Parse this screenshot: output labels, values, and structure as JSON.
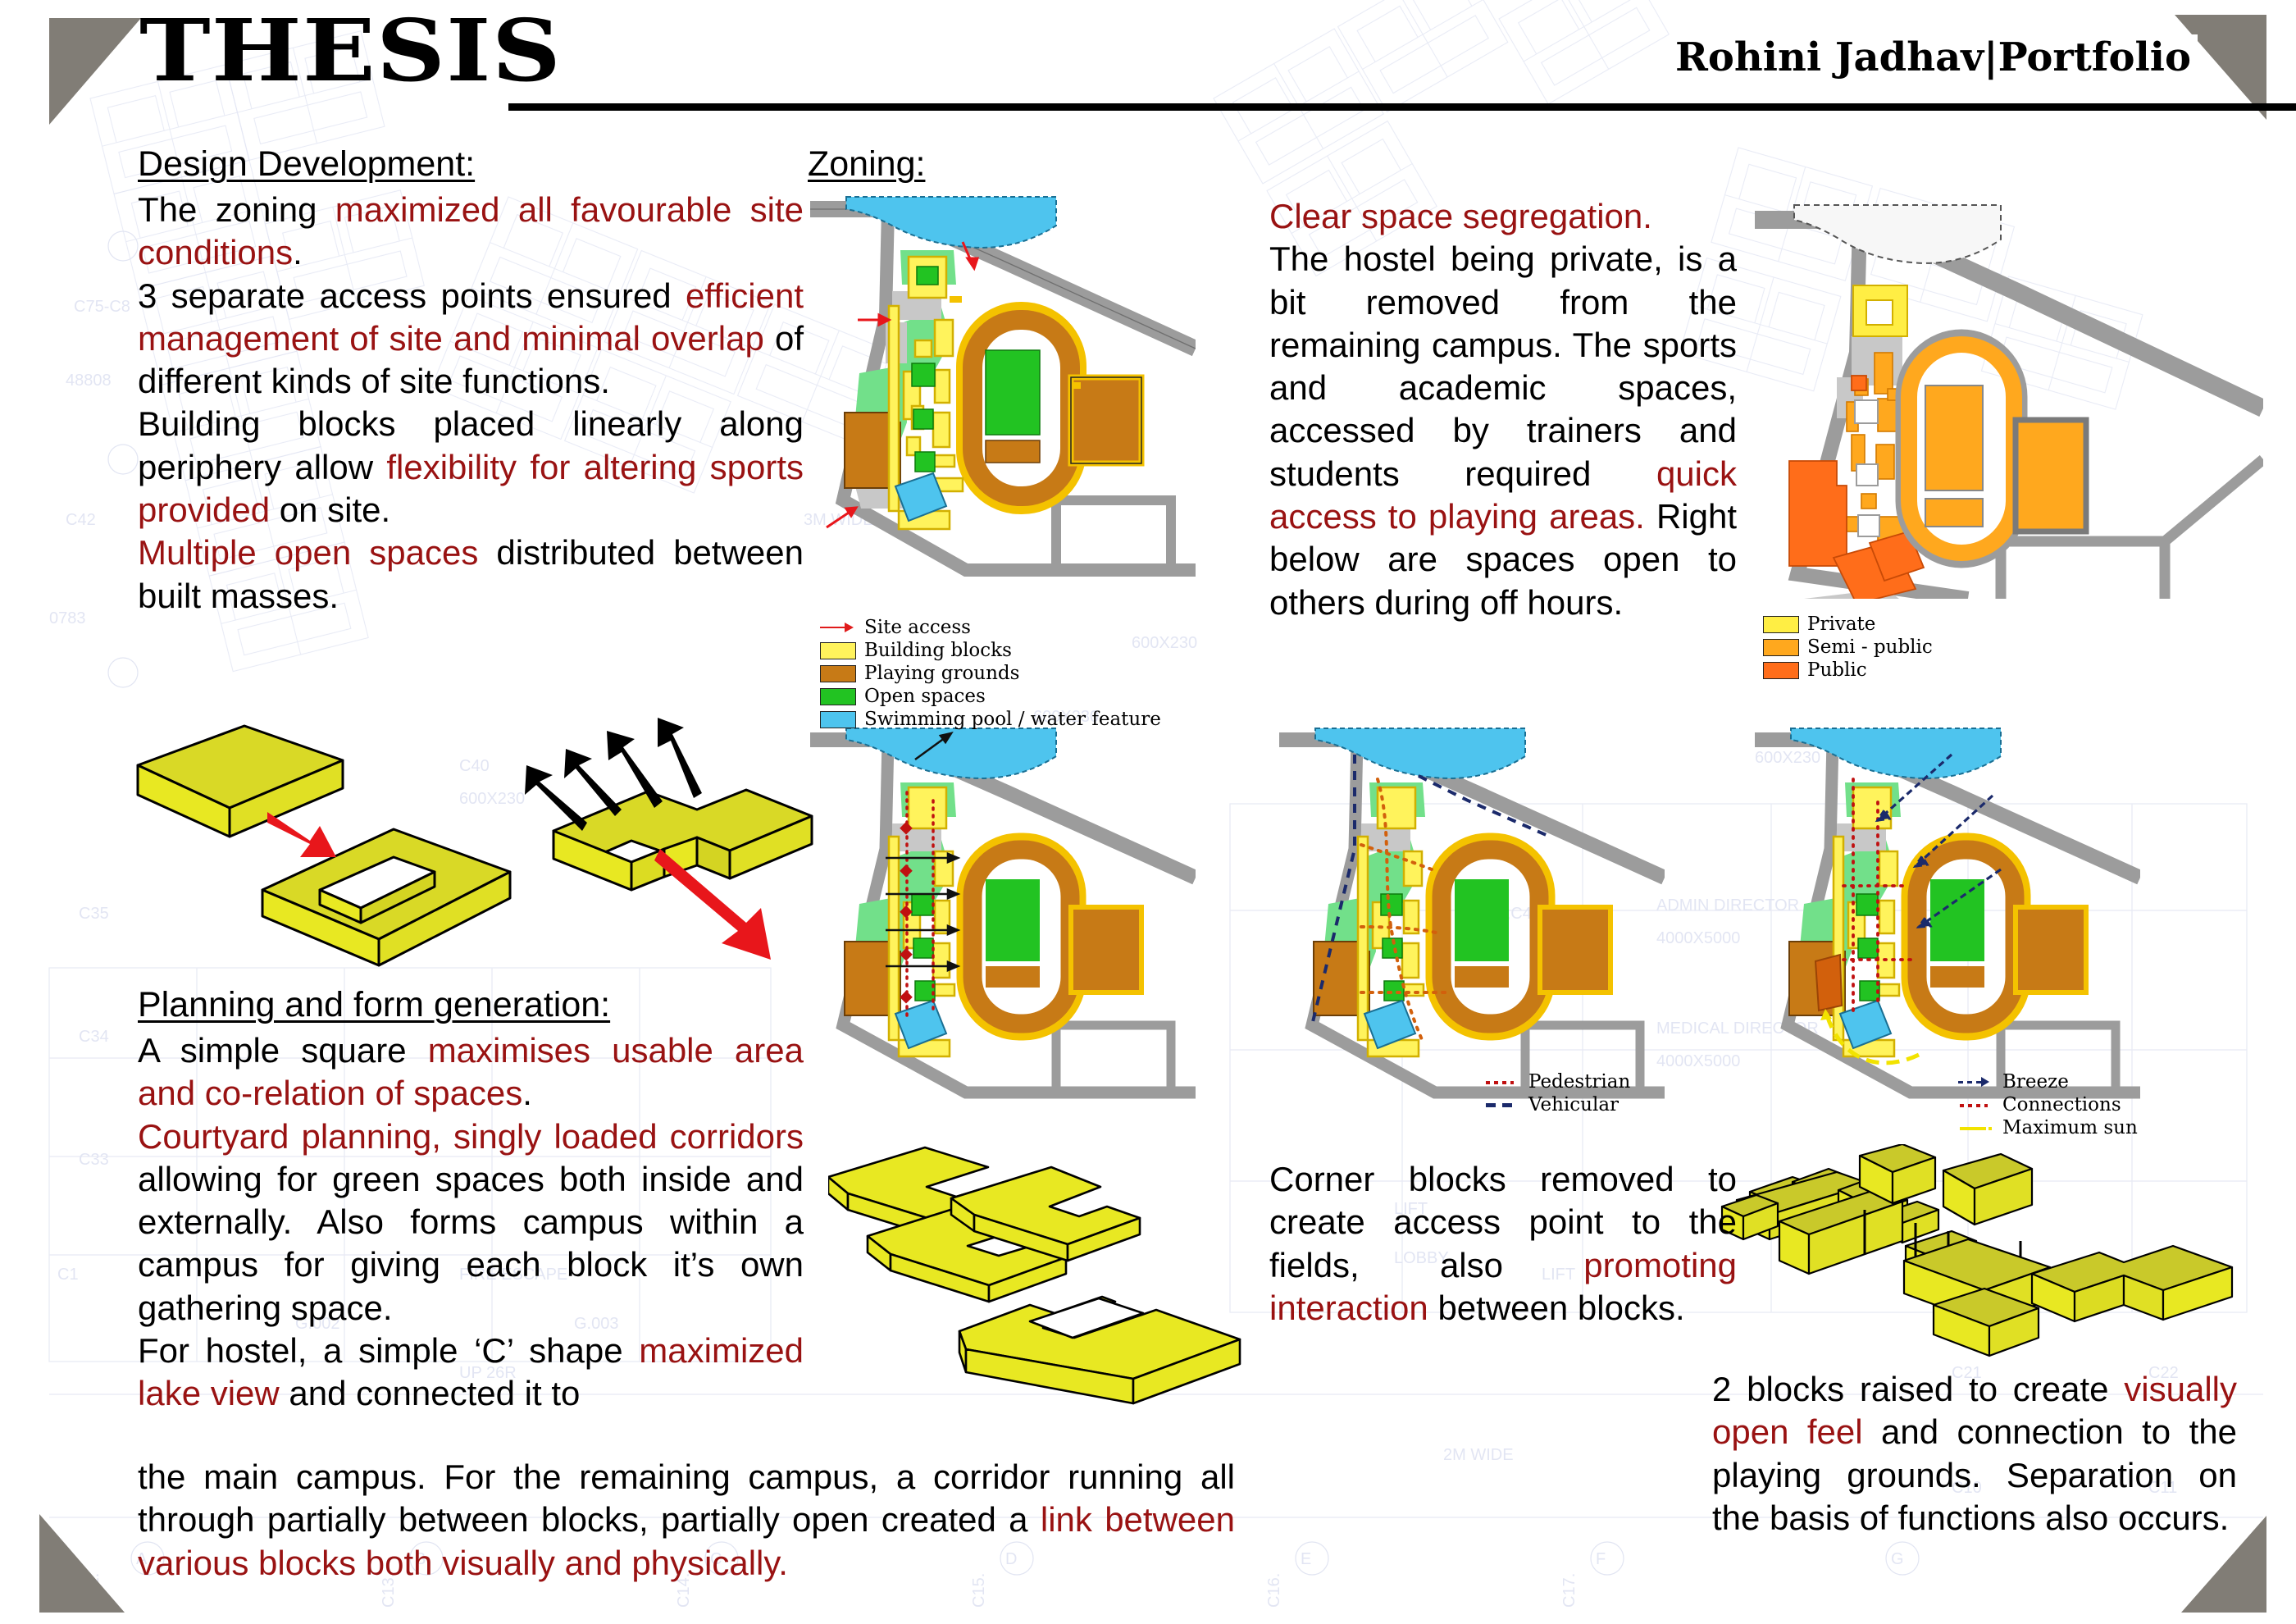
{
  "header": {
    "title": "THESIS",
    "author": "Rohini Jadhav|Portfolio"
  },
  "left_column": {
    "section1_heading": "Design Development:",
    "section1_runs": [
      {
        "t": "The zoning ",
        "c": "black"
      },
      {
        "t": "maximized all favourable site conditions",
        "c": "red"
      },
      {
        "t": ".",
        "c": "black"
      },
      {
        "t": "\n3 separate access points ensured ",
        "c": "black"
      },
      {
        "t": "efficient management of site and minimal overlap",
        "c": "red"
      },
      {
        "t": " of different kinds of site functions.",
        "c": "black"
      },
      {
        "t": "\nBuilding blocks placed linearly along periphery allow ",
        "c": "black"
      },
      {
        "t": "flexibility for altering sports provided",
        "c": "red"
      },
      {
        "t": " on site.",
        "c": "black"
      },
      {
        "t": "\n",
        "c": "black"
      },
      {
        "t": "Multiple open spaces",
        "c": "red"
      },
      {
        "t": " distributed between built masses.",
        "c": "black"
      }
    ],
    "section2_heading": "Planning and form generation:",
    "section2_runs": [
      {
        "t": "A simple square ",
        "c": "black"
      },
      {
        "t": "maximises usable area and co-relation of spaces",
        "c": "red"
      },
      {
        "t": ".\n",
        "c": "black"
      },
      {
        "t": "Courtyard planning, singly loaded corridors",
        "c": "red"
      },
      {
        "t": " allowing for green spaces both inside and externally. Also forms campus within a campus for giving each block it’s own gathering space.",
        "c": "black"
      },
      {
        "t": "\nFor hostel, a simple ‘C’ shape ",
        "c": "black"
      },
      {
        "t": "maximized lake view",
        "c": "red"
      },
      {
        "t": " and connected it to",
        "c": "black"
      }
    ],
    "wide_runs": [
      {
        "t": "the main campus. For the remaining campus, a corridor running all through partially between blocks, partially open created a ",
        "c": "black"
      },
      {
        "t": "link between various blocks both visually and physically.",
        "c": "red"
      }
    ]
  },
  "middle_column": {
    "heading": "Zoning:",
    "legend_title": "",
    "legend": [
      {
        "key": "site-access-arrow",
        "color": "#e01b1b",
        "label": "Site access"
      },
      {
        "key": "swatch",
        "color": "#fff35c",
        "label": "Building blocks"
      },
      {
        "key": "swatch",
        "color": "#c77a16",
        "label": "Playing grounds"
      },
      {
        "key": "swatch",
        "color": "#22c322",
        "label": "Open spaces"
      },
      {
        "key": "swatch",
        "color": "#4ec4ee",
        "label": "Swimming pool / water feature"
      }
    ],
    "circulation_legend": [
      {
        "key": "dotted-red",
        "label": "Pedestrian"
      },
      {
        "key": "dashed-blue",
        "label": "Vehicular"
      }
    ],
    "bottom_runs": [
      {
        "t": "Corner blocks removed to create access point to the fields, also ",
        "c": "black"
      },
      {
        "t": "promoting interaction",
        "c": "red"
      },
      {
        "t": " between blocks.",
        "c": "black"
      }
    ]
  },
  "right_column": {
    "top_runs": [
      {
        "t": "Clear space segregation.",
        "c": "red"
      },
      {
        "t": "\nThe hostel being private, is a bit removed from the remaining campus. The sports and academic spaces, accessed by trainers and students required ",
        "c": "black"
      },
      {
        "t": "quick access to playing areas.",
        "c": "red"
      },
      {
        "t": " Right below are spaces open to others during off hours.",
        "c": "black"
      }
    ],
    "zoning_legend": [
      {
        "color": "#ffee44",
        "label": "Private"
      },
      {
        "color": "#ffa81e",
        "label": "Semi - public"
      },
      {
        "color": "#ff6d1a",
        "label": "Public"
      }
    ],
    "climate_legend": [
      {
        "key": "arrow-blue",
        "label": "Breeze"
      },
      {
        "key": "dotted-red",
        "label": "Connections"
      },
      {
        "key": "line-yellow",
        "label": "Maximum sun"
      }
    ],
    "bottom_runs": [
      {
        "t": "2 blocks raised to create ",
        "c": "black"
      },
      {
        "t": "visually open feel",
        "c": "red"
      },
      {
        "t": " and connection to the playing grounds. Separation on the basis of functions also occurs.",
        "c": "black"
      }
    ]
  },
  "colors": {
    "accent_red": "#991212",
    "building_yellow": "#fff35c",
    "playing_brown": "#c77a16",
    "open_green": "#22c322",
    "water_blue": "#4ec4ee",
    "road_gray": "#9c9c9c",
    "corner_gray": "#817d76",
    "massing_yellow": "#e8e822",
    "private_yellow": "#ffee44",
    "semi_public": "#ffa81e",
    "public_orange": "#ff6d1a"
  },
  "icons": {
    "site_access": "red-arrow-icon",
    "breeze": "breeze-arrow-icon",
    "sun": "sun-line-icon"
  }
}
